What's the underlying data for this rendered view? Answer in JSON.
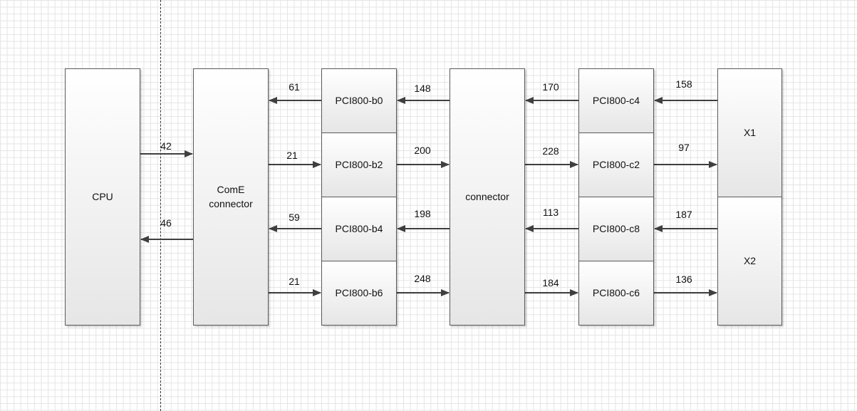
{
  "blocks": {
    "cpu": "CPU",
    "come_line1": "ComE",
    "come_line2": "connector",
    "b0": "PCI800-b0",
    "b2": "PCI800-b2",
    "b4": "PCI800-b4",
    "b6": "PCI800-b6",
    "connector": "connector",
    "c4": "PCI800-c4",
    "c2": "PCI800-c2",
    "c8": "PCI800-c8",
    "c6": "PCI800-c6",
    "x1": "X1",
    "x2": "X2"
  },
  "links": {
    "cpu_to_come": "42",
    "come_to_cpu": "46",
    "b0_to_come": "61",
    "come_to_b2": "21",
    "b4_to_come": "59",
    "come_to_b6": "21",
    "conn_to_b0": "148",
    "b2_to_conn": "200",
    "conn_to_b4": "198",
    "b6_to_conn": "248",
    "c4_to_conn": "170",
    "conn_to_c2": "228",
    "c8_to_conn": "113",
    "conn_to_c6": "184",
    "x1_to_c4": "158",
    "c2_to_x1": "97",
    "x2_to_c8": "187",
    "c6_to_x2": "136"
  },
  "colors": {
    "arrow": "#3f3f3f",
    "box_border": "#5a5a5a",
    "grid": "#e4e4e4"
  }
}
